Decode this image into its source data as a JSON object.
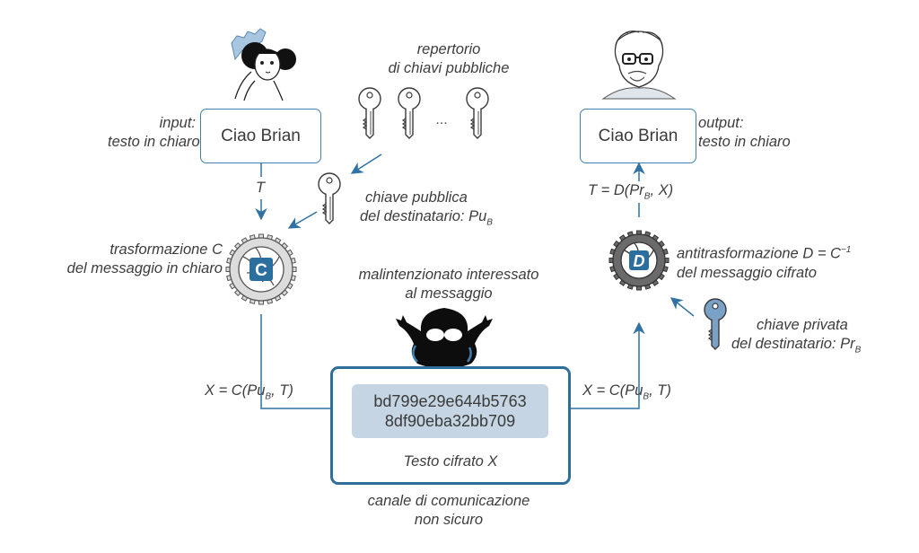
{
  "sender": {
    "avatar": "sender-ada-portrait",
    "message_box": "Ciao Brian",
    "label_line1": "input:",
    "label_line2": "testo in chiaro",
    "arrow_label": "T"
  },
  "key_repository": {
    "label_line1": "repertorio",
    "label_line2": "di chiavi pubbliche",
    "ellipsis": "...",
    "icon": "key-icon"
  },
  "public_key": {
    "label_line1": "chiave pubblica",
    "label_line2_prefix": "del destinatario: ",
    "symbol": "Pu",
    "subscript": "B"
  },
  "encryption": {
    "label_line1": "trasformazione C",
    "label_line2": "del messaggio in chiaro",
    "gear_letter": "C",
    "formula_left": {
      "prefix": "X = C(",
      "var": "Pu",
      "sub": "B",
      "suffix": ", T)"
    }
  },
  "attacker": {
    "label_line1": "malintenzionato interessato",
    "label_line2": "al messaggio",
    "icon": "spy-blob-icon"
  },
  "channel": {
    "ciphertext_line1": "bd799e29e644b5763",
    "ciphertext_line2": "8df90eba32bb709",
    "caption": "Testo cifrato X",
    "label_line1": "canale di comunicazione",
    "label_line2": "non sicuro"
  },
  "decryption": {
    "label_line1_prefix": "antitrasformazione D = C",
    "label_line1_sup": "−1",
    "label_line2": "del messaggio cifrato",
    "gear_letter": "D",
    "formula_right": {
      "prefix": "X = C(",
      "var": "Pu",
      "sub": "B",
      "suffix": ", T)"
    },
    "formula_top": {
      "prefix": "T = D(",
      "var": "Pr",
      "sub": "B",
      "suffix": ", X)"
    }
  },
  "private_key": {
    "label_line1": "chiave privata",
    "label_line2_prefix": "del destinatario: ",
    "symbol": "Pr",
    "subscript": "B"
  },
  "receiver": {
    "avatar": "receiver-bearded-portrait",
    "message_box": "Ciao Brian",
    "label_line1": "output:",
    "label_line2": "testo in chiaro"
  },
  "colors": {
    "arrow": "#2f72a3",
    "box_border": "#3f7fad",
    "gear_light": "#d9d9d9",
    "gear_dark": "#6a6a6a",
    "badge": "#2c6e9e",
    "cipher_bg": "#c5d5e3",
    "private_key": "#7aa2c6"
  }
}
